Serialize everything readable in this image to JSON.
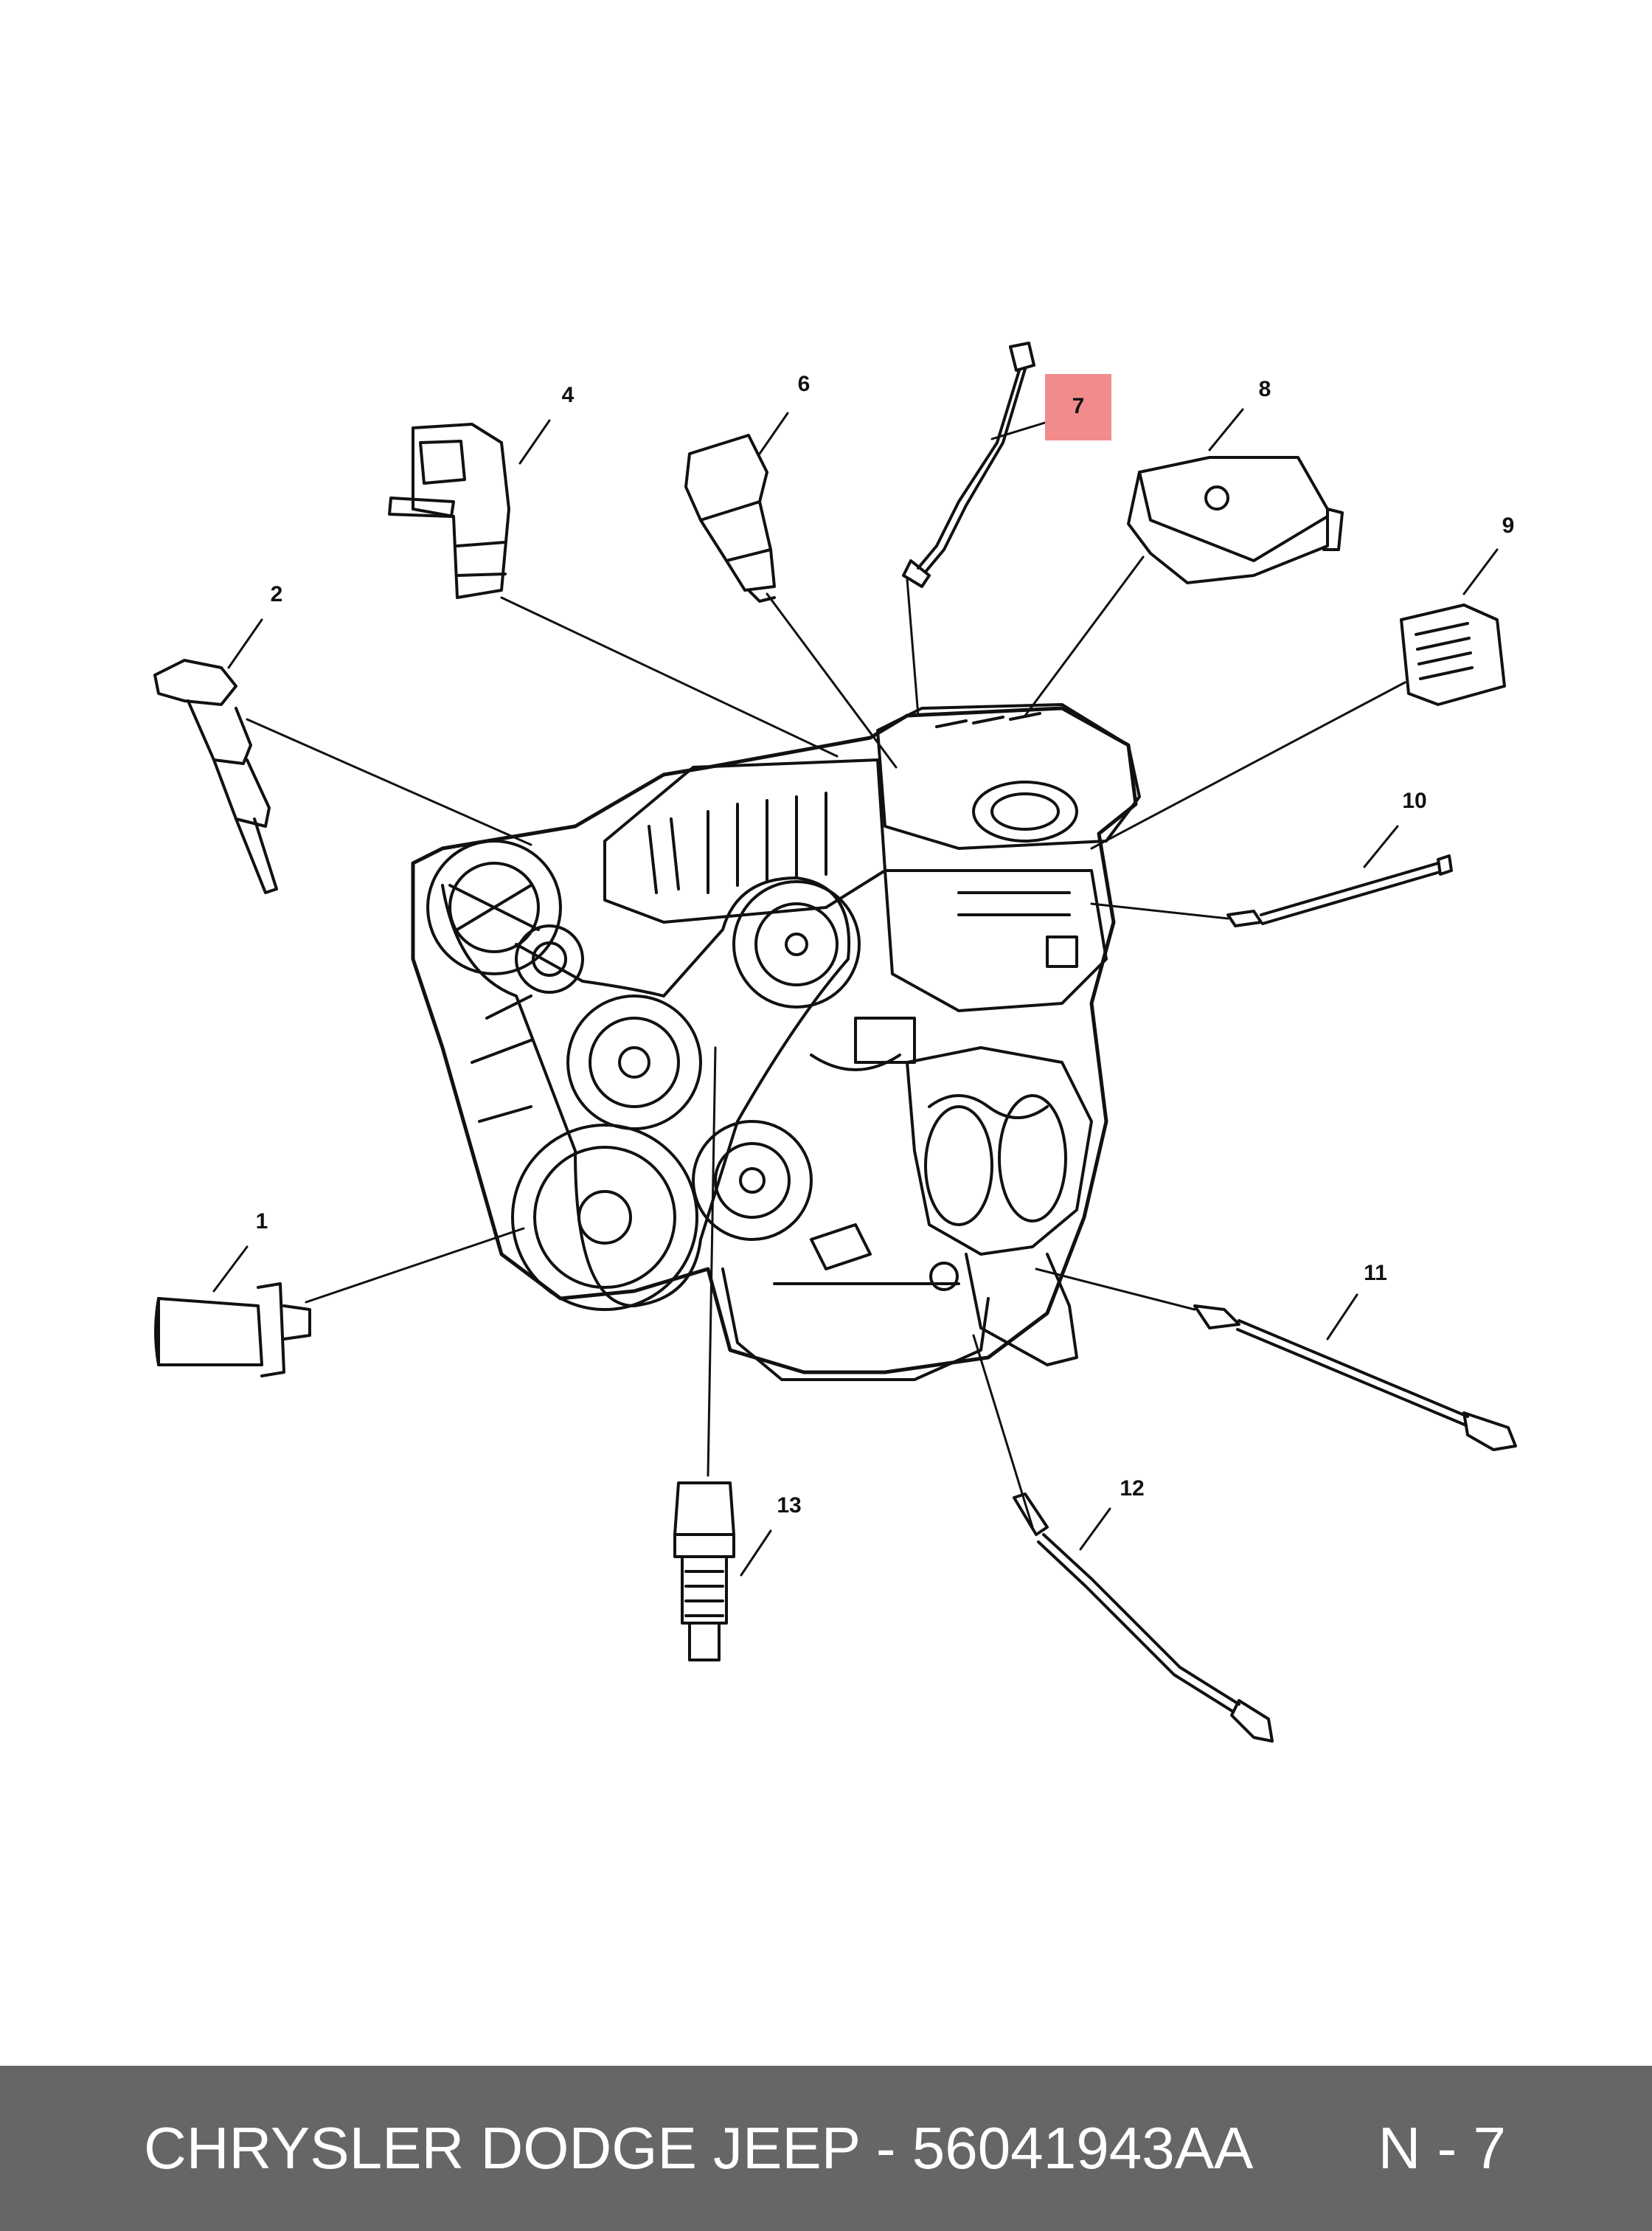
{
  "diagram": {
    "highlight_color": "#f28b8b",
    "callouts": [
      {
        "id": "1",
        "label": "1"
      },
      {
        "id": "2",
        "label": "2"
      },
      {
        "id": "4",
        "label": "4"
      },
      {
        "id": "6",
        "label": "6"
      },
      {
        "id": "7",
        "label": "7",
        "highlighted": true
      },
      {
        "id": "8",
        "label": "8"
      },
      {
        "id": "9",
        "label": "9"
      },
      {
        "id": "10",
        "label": "10"
      },
      {
        "id": "11",
        "label": "11"
      },
      {
        "id": "12",
        "label": "12"
      },
      {
        "id": "13",
        "label": "13"
      }
    ]
  },
  "footer": {
    "title": "CHRYSLER DODGE JEEP - 56041943AA",
    "page": "N - 7",
    "background_color": "#666666"
  }
}
